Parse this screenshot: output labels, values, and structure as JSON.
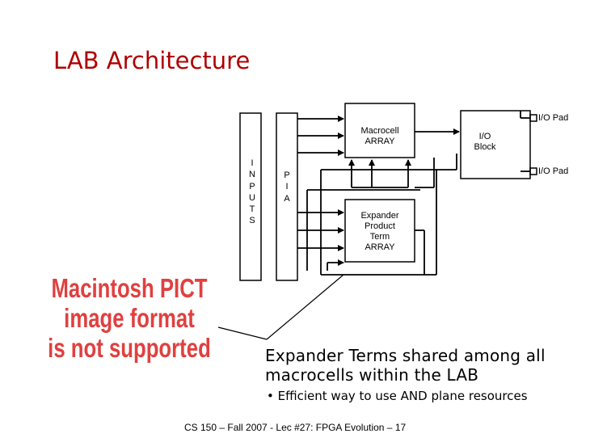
{
  "slide": {
    "title": "LAB Architecture",
    "footer": "CS 150 – Fall 2007 - Lec #27: FPGA Evolution – 17"
  },
  "diagram": {
    "inputs_label": [
      "I",
      "N",
      "P",
      "U",
      "T",
      "S"
    ],
    "pia_label": [
      "P",
      "I",
      "A"
    ],
    "macrocell": [
      "Macrocell",
      "ARRAY"
    ],
    "io_block": [
      "I/O",
      "Block"
    ],
    "io_pad_top": "I/O Pad",
    "io_pad_bottom": "I/O Pad",
    "expander": [
      "Expander",
      "Product",
      "Term",
      "ARRAY"
    ]
  },
  "placeholder_image": [
    "Macintosh PICT",
    "image format",
    "is not supported"
  ],
  "callout": {
    "lines": [
      "Expander Terms shared among all",
      "macrocells within the LAB"
    ],
    "bullet_symbol": "•",
    "bullet": "Efficient way to use AND plane resources"
  }
}
